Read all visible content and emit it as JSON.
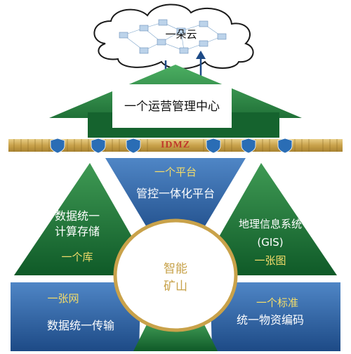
{
  "cloud": {
    "label": "一朵云"
  },
  "ops_center": {
    "label": "一个运营管理中心"
  },
  "idmz": {
    "label": "IDMZ"
  },
  "segments": {
    "top": {
      "subtitle": "一个平台",
      "title": "管控一体化平台"
    },
    "upper_left": {
      "title_line1": "数据统一",
      "title_line2": "计算存储",
      "subtitle": "一个库"
    },
    "upper_right": {
      "title_line1": "地理信息系统",
      "title_line2": "(GIS)",
      "subtitle": "一张图"
    },
    "lower_left": {
      "subtitle": "一张网",
      "title": "数据统一传输"
    },
    "lower_right": {
      "subtitle": "一个标准",
      "title": "统一物资编码"
    }
  },
  "center": {
    "line1": "智能",
    "line2": "矿山"
  },
  "colors": {
    "green": "#1f7a3a",
    "blue": "#2a5f9e",
    "gold": "#c9a24a",
    "idmz_red": "#c0392b",
    "cloud_stroke": "#1a1a1a"
  }
}
